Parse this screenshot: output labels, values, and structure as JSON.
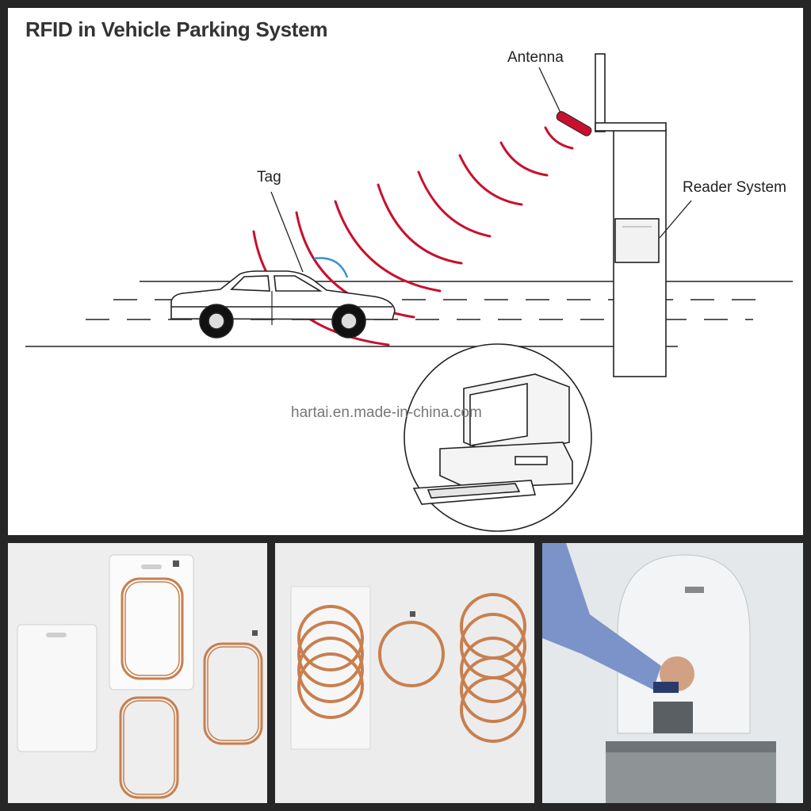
{
  "diagram": {
    "title": "RFID in Vehicle Parking System",
    "labels": {
      "antenna": "Antenna",
      "tag": "Tag",
      "reader": "Reader System"
    },
    "watermark": "hartai.en.made-in-china.com"
  },
  "colors": {
    "wave": "#c8102e",
    "tag_signal": "#3a8fd6",
    "copper": "#c87f4e",
    "line": "#222222"
  }
}
